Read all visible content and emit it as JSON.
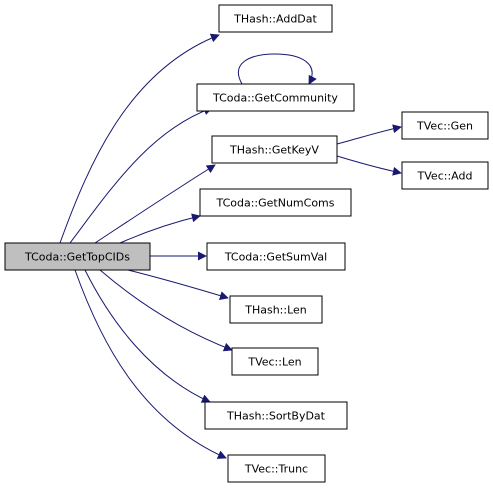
{
  "diagram": {
    "edge_color": "#191970",
    "root_fill": "#bfbfbf",
    "node_fill": "#ffffff",
    "nodes": [
      {
        "id": "root",
        "label": "TCoda::GetTopCIDs",
        "is_root": true
      },
      {
        "id": "adddat",
        "label": "THash::AddDat"
      },
      {
        "id": "getcommunity",
        "label": "TCoda::GetCommunity"
      },
      {
        "id": "getkeyv",
        "label": "THash::GetKeyV"
      },
      {
        "id": "getnumcoms",
        "label": "TCoda::GetNumComs"
      },
      {
        "id": "getsumval",
        "label": "TCoda::GetSumVal"
      },
      {
        "id": "hashlen",
        "label": "THash::Len"
      },
      {
        "id": "veclen",
        "label": "TVec::Len"
      },
      {
        "id": "sortbydat",
        "label": "THash::SortByDat"
      },
      {
        "id": "trunc",
        "label": "TVec::Trunc"
      },
      {
        "id": "vecgen",
        "label": "TVec::Gen"
      },
      {
        "id": "vecadd",
        "label": "TVec::Add"
      }
    ],
    "edges": [
      {
        "from": "root",
        "to": "adddat"
      },
      {
        "from": "root",
        "to": "getcommunity"
      },
      {
        "from": "root",
        "to": "getkeyv"
      },
      {
        "from": "root",
        "to": "getnumcoms"
      },
      {
        "from": "root",
        "to": "getsumval"
      },
      {
        "from": "root",
        "to": "hashlen"
      },
      {
        "from": "root",
        "to": "veclen"
      },
      {
        "from": "root",
        "to": "sortbydat"
      },
      {
        "from": "root",
        "to": "trunc"
      },
      {
        "from": "getcommunity",
        "to": "getcommunity"
      },
      {
        "from": "getkeyv",
        "to": "vecgen"
      },
      {
        "from": "getkeyv",
        "to": "vecadd"
      }
    ]
  }
}
